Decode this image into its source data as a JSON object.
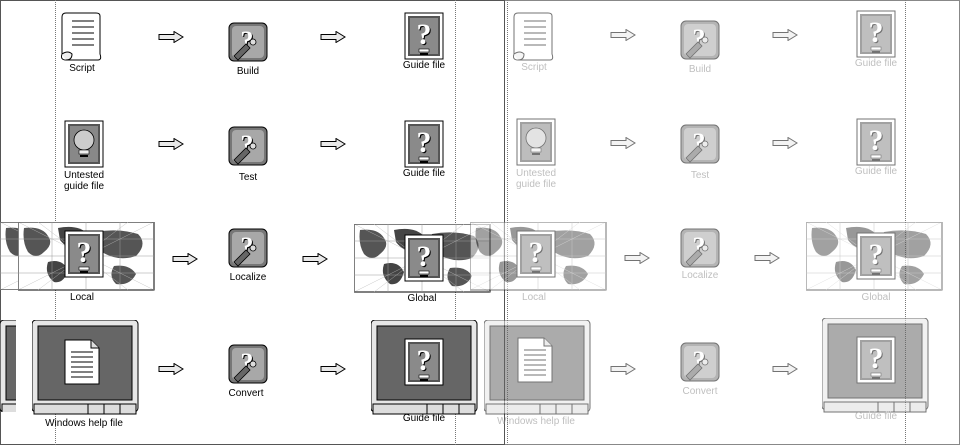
{
  "rows": [
    {
      "source": "Script",
      "process": "Build",
      "target": "Guide file"
    },
    {
      "source": "Untested\nguide file",
      "process": "Test",
      "target": "Guide file"
    },
    {
      "source": "Local",
      "process": "Localize",
      "target": "Global"
    },
    {
      "source": "Windows help file",
      "process": "Convert",
      "target": "Guide file"
    }
  ],
  "ghost_rows": [
    {
      "source": "Script",
      "process": "Build",
      "target": "Guide file"
    },
    {
      "source": "Untested\nguide file",
      "process": "Test",
      "target": "Guide file"
    },
    {
      "source": "Local",
      "process": "Localize",
      "target": "Global"
    },
    {
      "source": "Windows help file",
      "process": "Convert",
      "target": "Guide file"
    }
  ],
  "icons": {
    "script": "scroll-icon",
    "build": "hammer-wrench-question-icon",
    "guide": "question-lightbulb-document-icon",
    "untested": "lightbulb-document-icon",
    "map": "world-map-icon",
    "monitor": "monitor-icon",
    "arrow": "right-arrow-icon"
  }
}
